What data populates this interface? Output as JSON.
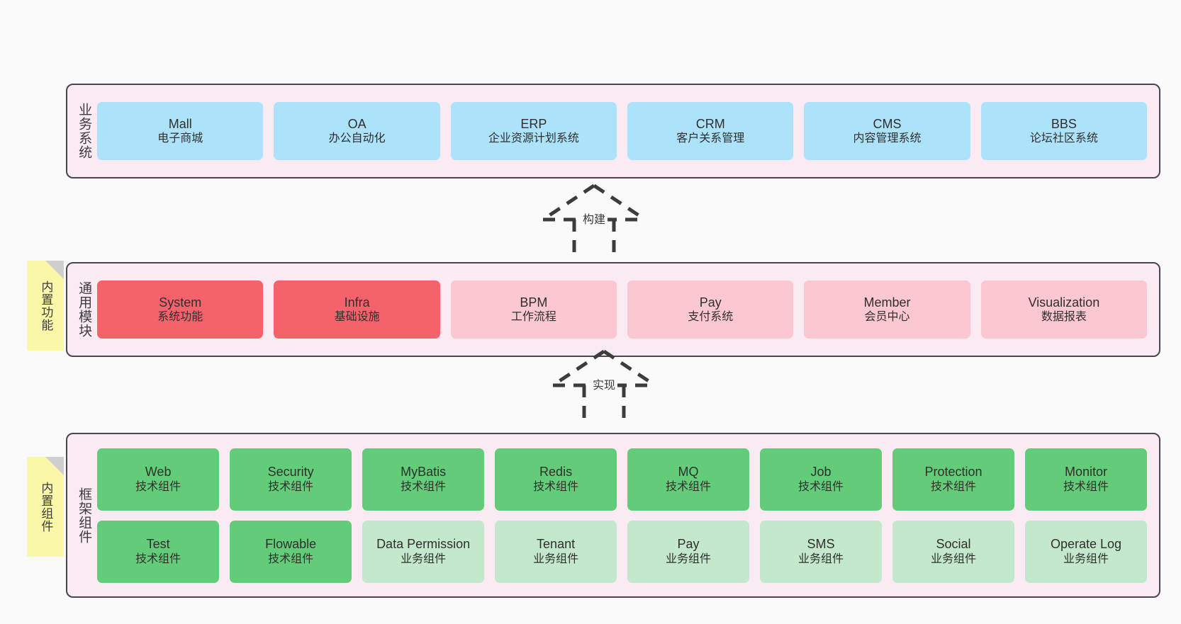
{
  "colors": {
    "page_background": "#fafafa",
    "layer_background": "#faeaf4",
    "layer_border": "#4a4453",
    "business_card": "#ade3fa",
    "module_core": "#f4636c",
    "module_optional": "#fbc7d0",
    "component_tech": "#63cc79",
    "component_business": "#c3e8cb",
    "sticky_note": "#fbf7a8",
    "sticky_fold": "#cfcfcf"
  },
  "layers": {
    "business": {
      "title": "业务系统",
      "cards": [
        {
          "en": "Mall",
          "cn": "电子商城"
        },
        {
          "en": "OA",
          "cn": "办公自动化"
        },
        {
          "en": "ERP",
          "cn": "企业资源计划系统"
        },
        {
          "en": "CRM",
          "cn": "客户关系管理"
        },
        {
          "en": "CMS",
          "cn": "内容管理系统"
        },
        {
          "en": "BBS",
          "cn": "论坛社区系统"
        }
      ]
    },
    "modules": {
      "title": "通用模块",
      "cards": [
        {
          "en": "System",
          "cn": "系统功能",
          "variant": "core"
        },
        {
          "en": "Infra",
          "cn": "基础设施",
          "variant": "core"
        },
        {
          "en": "BPM",
          "cn": "工作流程",
          "variant": "optional"
        },
        {
          "en": "Pay",
          "cn": "支付系统",
          "variant": "optional"
        },
        {
          "en": "Member",
          "cn": "会员中心",
          "variant": "optional"
        },
        {
          "en": "Visualization",
          "cn": "数据报表",
          "variant": "optional"
        }
      ]
    },
    "framework": {
      "title": "框架组件",
      "row_tech": [
        {
          "en": "Web",
          "cn": "技术组件"
        },
        {
          "en": "Security",
          "cn": "技术组件"
        },
        {
          "en": "MyBatis",
          "cn": "技术组件"
        },
        {
          "en": "Redis",
          "cn": "技术组件"
        },
        {
          "en": "MQ",
          "cn": "技术组件"
        },
        {
          "en": "Job",
          "cn": "技术组件"
        },
        {
          "en": "Protection",
          "cn": "技术组件"
        },
        {
          "en": "Monitor",
          "cn": "技术组件"
        }
      ],
      "row_business": [
        {
          "en": "Test",
          "cn": "技术组件",
          "variant": "tech"
        },
        {
          "en": "Flowable",
          "cn": "技术组件",
          "variant": "tech"
        },
        {
          "en": "Data Permission",
          "cn": "业务组件",
          "variant": "business"
        },
        {
          "en": "Tenant",
          "cn": "业务组件",
          "variant": "business"
        },
        {
          "en": "Pay",
          "cn": "业务组件",
          "variant": "business"
        },
        {
          "en": "SMS",
          "cn": "业务组件",
          "variant": "business"
        },
        {
          "en": "Social",
          "cn": "业务组件",
          "variant": "business"
        },
        {
          "en": "Operate Log",
          "cn": "业务组件",
          "variant": "business"
        }
      ]
    }
  },
  "sticky_notes": [
    {
      "label": "内置功能"
    },
    {
      "label": "内置组件"
    }
  ],
  "connectors": [
    {
      "label": "构建"
    },
    {
      "label": "实现"
    }
  ]
}
